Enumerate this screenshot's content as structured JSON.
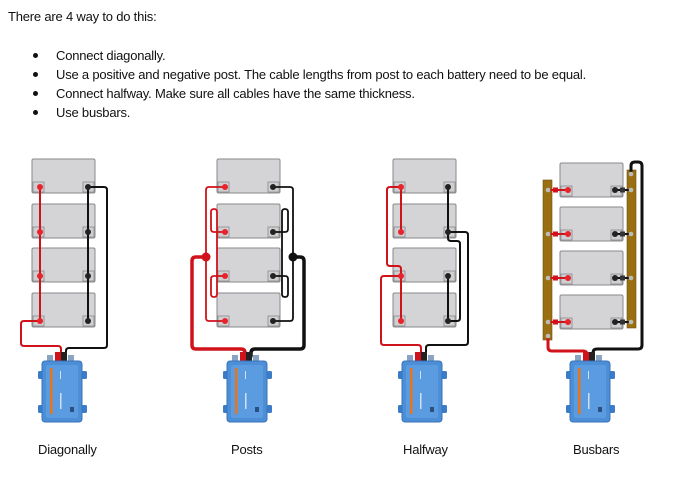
{
  "intro_text": "There are 4 way to do this:",
  "bullets": [
    "Connect diagonally.",
    "Use a positive and negative post. The cable lengths from post to each battery need to be equal.",
    "Connect halfway. Make sure all cables have the same thickness.",
    "Use busbars."
  ],
  "diagrams": [
    {
      "caption": "Diagonally",
      "method": "diagonal"
    },
    {
      "caption": "Posts",
      "method": "posts"
    },
    {
      "caption": "Halfway",
      "method": "halfway"
    },
    {
      "caption": "Busbars",
      "method": "busbars"
    }
  ],
  "battery_count_per_diagram": 4,
  "colors": {
    "positive_cable": "#d0121b",
    "negative_cable": "#111111",
    "battery": "#d4d4d6",
    "inverter": "#4d8fd6",
    "inverter_stripe": "#e8741c",
    "busbar": "#9a6f12"
  }
}
